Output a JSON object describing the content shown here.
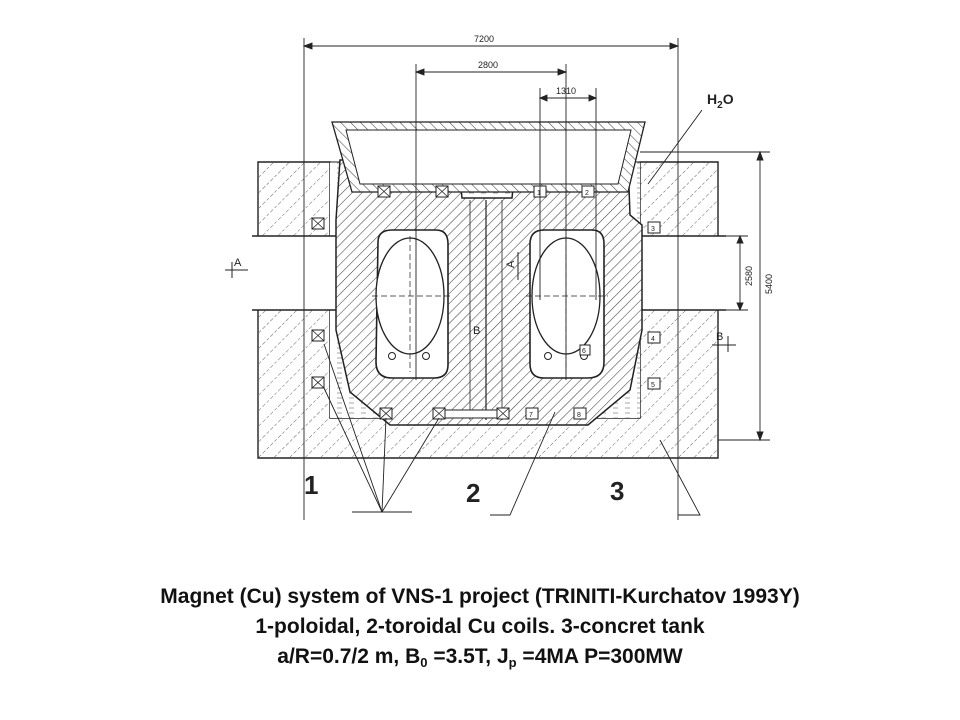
{
  "dimensions": {
    "overall_width": "7200",
    "inner_width": "2800",
    "small_width": "1310",
    "height_total": "5400",
    "height_inner": "2580"
  },
  "water_label": {
    "main": "H",
    "sub": "2",
    "tail": "O"
  },
  "section_marks": {
    "a": "A",
    "b": "B"
  },
  "component_numbers": [
    "1",
    "2",
    "3"
  ],
  "coil_numbers": [
    "1",
    "2",
    "3",
    "4",
    "5",
    "6",
    "7",
    "8"
  ],
  "caption": {
    "line1": "Magnet (Cu) system of VNS-1 project (TRINITI-Kurchatov 1993Y)",
    "line2": "1-poloidal, 2-toroidal Cu coils. 3-concret tank",
    "line3": {
      "p1": "a/R=0.7/2 m, B",
      "s1": "0",
      "p2": " =3.5T, J",
      "s2": "p",
      "p3": " =4MA P=300MW"
    }
  }
}
